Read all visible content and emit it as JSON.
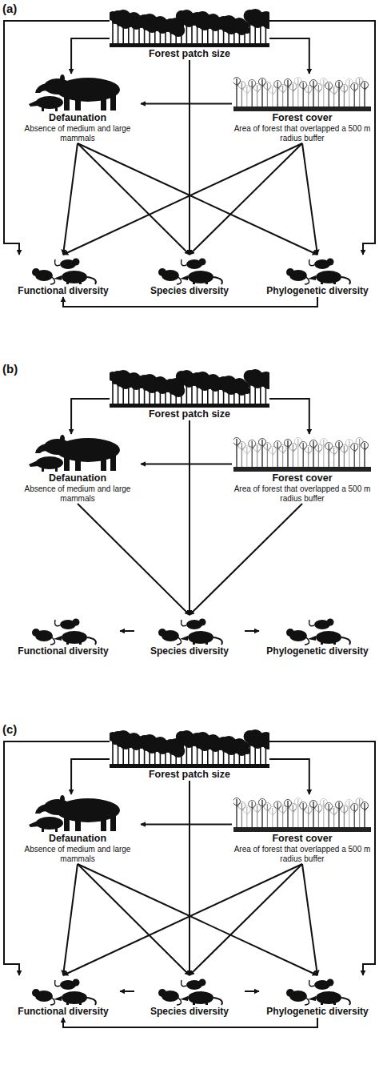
{
  "diagram": {
    "nodes": [
      {
        "text": [
          "Forest patch size"
        ]
      },
      {
        "text": [
          "Defaunation",
          "Absence of medium and large mammals"
        ]
      },
      {
        "text": [
          "Forest cover",
          "Area of forest that overlapped a 500 m radius buffer"
        ]
      },
      {
        "text": [
          "Functional diversity"
        ]
      },
      {
        "text": [
          "Species diversity"
        ]
      },
      {
        "text": [
          "Phylogenetic diversity"
        ]
      },
      {
        "text": [
          "Forest patch size"
        ]
      },
      {
        "text": [
          "Defaunation",
          "Absence of medium and large mammals"
        ]
      },
      {
        "text": [
          "Forest cover",
          "Area of forest that overlapped a 500 m radius buffer"
        ]
      },
      {
        "text": [
          "Functional diversity"
        ]
      },
      {
        "text": [
          "Species diversity"
        ]
      },
      {
        "text": [
          "Phylogenetic diversity"
        ]
      },
      {
        "text": [
          "Forest patch size"
        ]
      },
      {
        "text": [
          "Defaunation",
          "Absence of medium and large mammals"
        ]
      },
      {
        "text": [
          "Forest cover",
          "Area of forest that overlapped a 500 m radius buffer"
        ]
      },
      {
        "text": [
          "Functional diversity"
        ]
      },
      {
        "text": [
          "Species diversity"
        ]
      },
      {
        "text": [
          "Phylogenetic diversity"
        ]
      }
    ],
    "edges": [
      {
        "from": 0,
        "to": 1,
        "arrow": "to"
      },
      {
        "from": 0,
        "to": 2,
        "arrow": "to"
      },
      {
        "from": 2,
        "to": 1,
        "arrow": "to"
      },
      {
        "from": 0,
        "to": 3,
        "arrow": "to"
      },
      {
        "from": 0,
        "to": 4,
        "arrow": "to"
      },
      {
        "from": 0,
        "to": 5,
        "arrow": "to"
      },
      {
        "from": 1,
        "to": 3,
        "arrow": "to"
      },
      {
        "from": 1,
        "to": 4,
        "arrow": "to"
      },
      {
        "from": 1,
        "to": 5,
        "arrow": "to"
      },
      {
        "from": 2,
        "to": 3,
        "arrow": "to"
      },
      {
        "from": 2,
        "to": 4,
        "arrow": "to"
      },
      {
        "from": 2,
        "to": 5,
        "arrow": "to"
      },
      {
        "from": 5,
        "to": 3,
        "arrow": "to"
      },
      {
        "from": 6,
        "to": 7,
        "arrow": "to"
      },
      {
        "from": 6,
        "to": 8,
        "arrow": "to"
      },
      {
        "from": 8,
        "to": 7,
        "arrow": "to"
      },
      {
        "from": 6,
        "to": 10,
        "arrow": "to"
      },
      {
        "from": 7,
        "to": 10,
        "arrow": "to"
      },
      {
        "from": 8,
        "to": 10,
        "arrow": "to"
      },
      {
        "from": 10,
        "to": 9,
        "arrow": "to"
      },
      {
        "from": 10,
        "to": 11,
        "arrow": "to"
      },
      {
        "from": 12,
        "to": 13,
        "arrow": "to"
      },
      {
        "from": 12,
        "to": 14,
        "arrow": "to"
      },
      {
        "from": 14,
        "to": 13,
        "arrow": "to"
      },
      {
        "from": 12,
        "to": 15,
        "arrow": "to"
      },
      {
        "from": 12,
        "to": 16,
        "arrow": "to"
      },
      {
        "from": 12,
        "to": 17,
        "arrow": "to"
      },
      {
        "from": 13,
        "to": 15,
        "arrow": "to"
      },
      {
        "from": 13,
        "to": 16,
        "arrow": "to"
      },
      {
        "from": 13,
        "to": 17,
        "arrow": "to"
      },
      {
        "from": 14,
        "to": 15,
        "arrow": "to"
      },
      {
        "from": 14,
        "to": 16,
        "arrow": "to"
      },
      {
        "from": 14,
        "to": 17,
        "arrow": "to"
      },
      {
        "from": 17,
        "to": 15,
        "arrow": "to"
      },
      {
        "from": 16,
        "to": 15,
        "arrow": "to"
      },
      {
        "from": 16,
        "to": 17,
        "arrow": "to"
      }
    ],
    "labels": [
      "(a)",
      "(b)",
      "(c)"
    ]
  }
}
